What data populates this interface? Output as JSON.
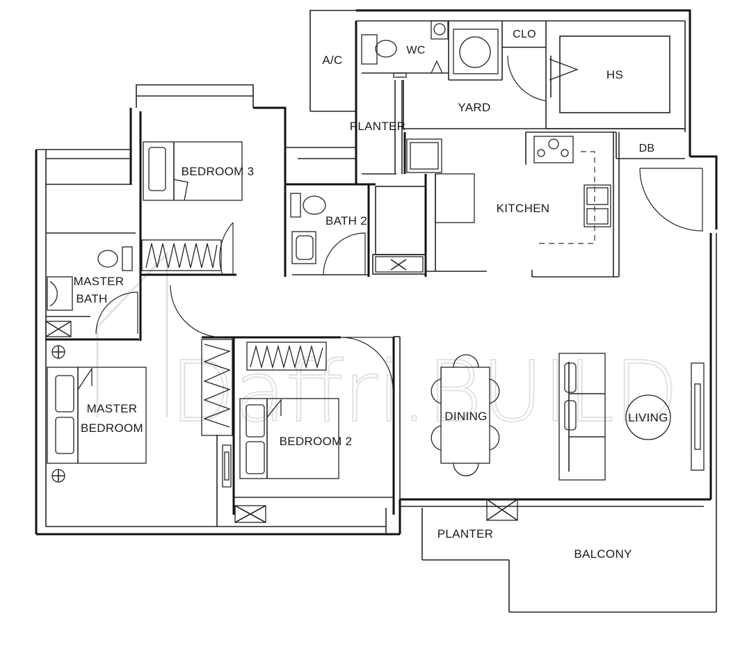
{
  "rooms": {
    "ac": "A/C",
    "wc": "WC",
    "clo": "CLO",
    "hs": "HS",
    "yard": "YARD",
    "planter_top": "PLANTER",
    "db": "DB",
    "bedroom3": "BEDROOM 3",
    "kitchen": "KITCHEN",
    "bath2": "BATH 2",
    "master_bath_1": "MASTER",
    "master_bath_2": "BATH",
    "master_bed_1": "MASTER",
    "master_bed_2": "BEDROOM",
    "bedroom2": "BEDROOM 2",
    "dining": "DINING",
    "living": "LIVING",
    "planter_bottom": "PLANTER",
    "balcony": "BALCONY"
  },
  "watermark": "Daffri.BUILD"
}
